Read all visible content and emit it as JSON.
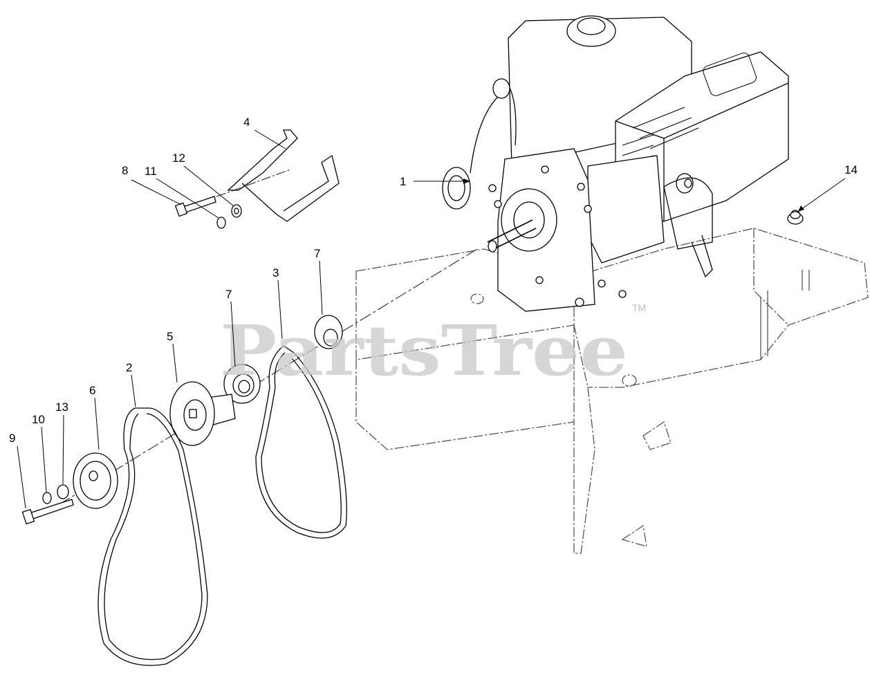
{
  "diagram": {
    "watermark": "PartsTree",
    "watermark_mark": "TM",
    "callouts": [
      {
        "label": "1",
        "part": "engine"
      },
      {
        "label": "2",
        "part": "belt-large"
      },
      {
        "label": "3",
        "part": "belt-small"
      },
      {
        "label": "4",
        "part": "belt-guide"
      },
      {
        "label": "5",
        "part": "pulley-large"
      },
      {
        "label": "6",
        "part": "pulley-idler"
      },
      {
        "label": "7",
        "part": "pulley-half-upper"
      },
      {
        "label": "7",
        "part": "pulley-half-lower"
      },
      {
        "label": "8",
        "part": "guide-bolt"
      },
      {
        "label": "9",
        "part": "pulley-bolt"
      },
      {
        "label": "10",
        "part": "lock-washer"
      },
      {
        "label": "11",
        "part": "guide-lock-washer"
      },
      {
        "label": "12",
        "part": "guide-flat-washer"
      },
      {
        "label": "13",
        "part": "flat-washer"
      },
      {
        "label": "14",
        "part": "flange-nut"
      }
    ]
  }
}
